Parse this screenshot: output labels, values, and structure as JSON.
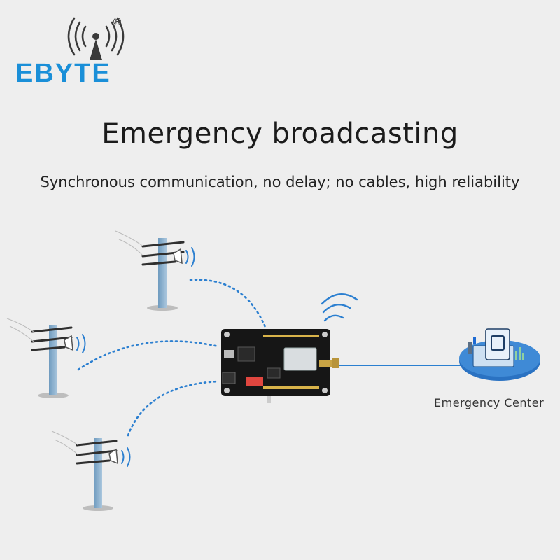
{
  "brand": {
    "name": "EBYTE",
    "registered": "®"
  },
  "headline": "Emergency broadcasting",
  "tagline": "Synchronous communication, no delay; no cables, high reliability",
  "diagram": {
    "center_label": "Emergency Center"
  },
  "colors": {
    "brand_blue": "#1a8fd8",
    "signal_blue": "#2b7fd0",
    "pole_blue": "#7fa8c8",
    "background": "#eeeeee"
  }
}
